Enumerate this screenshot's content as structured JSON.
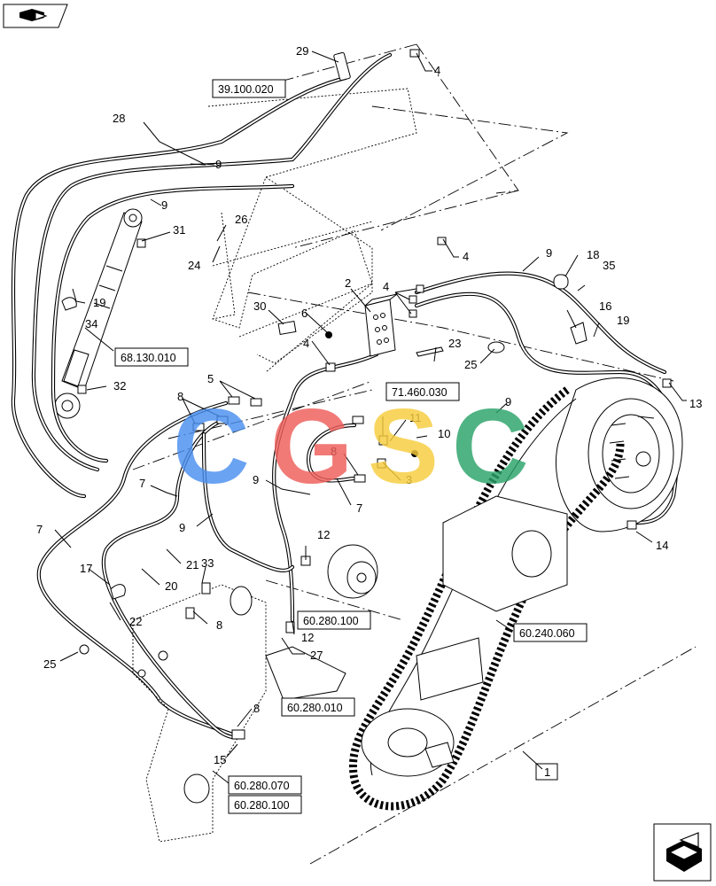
{
  "callouts": {
    "n1": "1",
    "n2": "2",
    "n3": "3",
    "n4a": "4",
    "n4b": "4",
    "n4c": "4",
    "n4d": "4",
    "n5": "5",
    "n6": "6",
    "n7a": "7",
    "n7b": "7",
    "n7c": "7",
    "n8a": "8",
    "n8b": "8",
    "n8c": "8",
    "n8d": "8",
    "n9a": "9",
    "n9b": "9",
    "n9c": "9",
    "n9d": "9",
    "n9e": "9",
    "n9f": "9",
    "n10": "10",
    "n11": "11",
    "n12a": "12",
    "n12b": "12",
    "n13": "13",
    "n14": "14",
    "n15": "15",
    "n16": "16",
    "n17": "17",
    "n18": "18",
    "n19a": "19",
    "n19b": "19",
    "n20": "20",
    "n21": "21",
    "n22": "22",
    "n23": "23",
    "n24": "24",
    "n25a": "25",
    "n25b": "25",
    "n26": "26",
    "n27": "27",
    "n28": "28",
    "n29": "29",
    "n30": "30",
    "n31": "31",
    "n32": "32",
    "n33": "33",
    "n34": "34",
    "n35": "35"
  },
  "refs": {
    "r1": "39.100.020",
    "r2": "68.130.010",
    "r3": "71.460.030",
    "r4": "60.280.100",
    "r5": "60.240.060",
    "r6": "60.280.010",
    "r7": "60.280.070",
    "r8": "60.280.100"
  },
  "watermark": {
    "letters": [
      "C",
      "G",
      "S",
      "C"
    ],
    "colors": [
      "#4a8ff0",
      "#ef5e5a",
      "#f7cd3c",
      "#2aa36a"
    ]
  }
}
